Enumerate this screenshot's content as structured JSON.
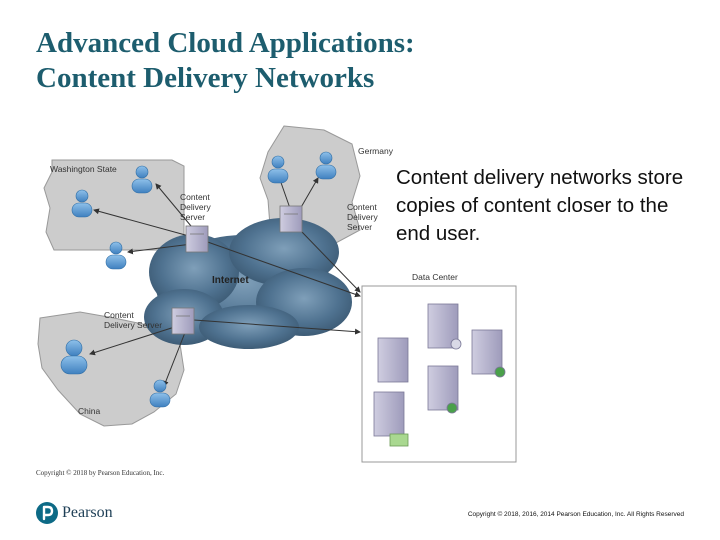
{
  "title": {
    "line1": "Advanced Cloud Applications:",
    "line2": "Content Delivery Networks"
  },
  "body_text": "Content delivery networks store copies of content closer to the end user.",
  "figure": {
    "regions": {
      "washington": "Washington State",
      "germany": "Germany",
      "china": "China"
    },
    "server_labels": {
      "washington": [
        "Content",
        "Delivery",
        "Server"
      ],
      "germany": [
        "Content",
        "Delivery",
        "Server"
      ],
      "china": [
        "Content",
        "Delivery Server"
      ]
    },
    "internet_label": "Internet",
    "data_center_label": "Data Center",
    "figure_copyright": "Copyright © 2018 by Pearson Education, Inc."
  },
  "logo": {
    "word": "Pearson"
  },
  "footer": {
    "copyright": "Copyright © 2018, 2016, 2014 Pearson Education, Inc. All Rights Reserved"
  },
  "colors": {
    "title": "#1d5d6e",
    "brand": "#0d6a86",
    "cloud": "#4a6f8c",
    "map": "#c9c9c9",
    "user": "#5b9bd5"
  }
}
